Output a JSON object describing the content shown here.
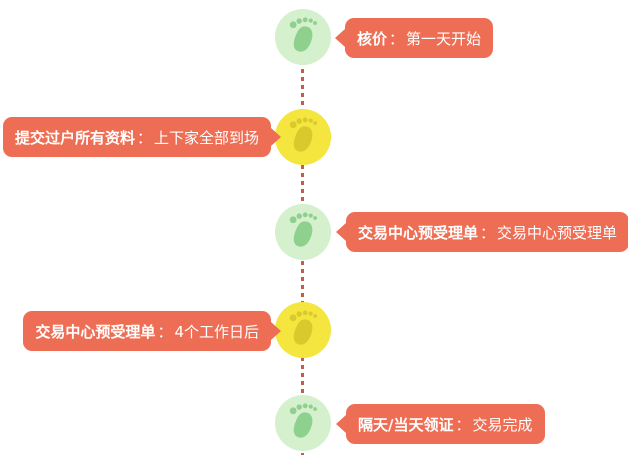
{
  "diagram": {
    "type": "vertical-timeline",
    "colors": {
      "bubble": "#ee6e55",
      "bubble_text": "#ffffff",
      "dashed_line": "#c0604b",
      "node_green_bg": "#d5f0cd",
      "node_green_foot": "#8ed08d",
      "node_yellow_bg": "#f4e53f",
      "node_yellow_foot": "#d9c92c"
    },
    "steps": [
      {
        "side": "right",
        "node_color": "green",
        "icon": "footprint-icon",
        "label_strong": "核价",
        "separator": "：",
        "label_normal": "第一天开始"
      },
      {
        "side": "left",
        "node_color": "yellow",
        "icon": "footprint-icon",
        "label_strong": "提交过户所有资料",
        "separator": "：",
        "label_normal": "上下家全部到场"
      },
      {
        "side": "right",
        "node_color": "green",
        "icon": "footprint-icon",
        "label_strong": "交易中心预受理单",
        "separator": "：",
        "label_normal": "交易中心预受理单"
      },
      {
        "side": "left",
        "node_color": "yellow",
        "icon": "footprint-icon",
        "label_strong": "交易中心预受理单",
        "separator": "：",
        "label_normal": "4个工作日后"
      },
      {
        "side": "right",
        "node_color": "green",
        "icon": "footprint-icon",
        "label_strong": "隔天/当天领证",
        "separator": "：",
        "label_normal": "交易完成"
      }
    ]
  }
}
